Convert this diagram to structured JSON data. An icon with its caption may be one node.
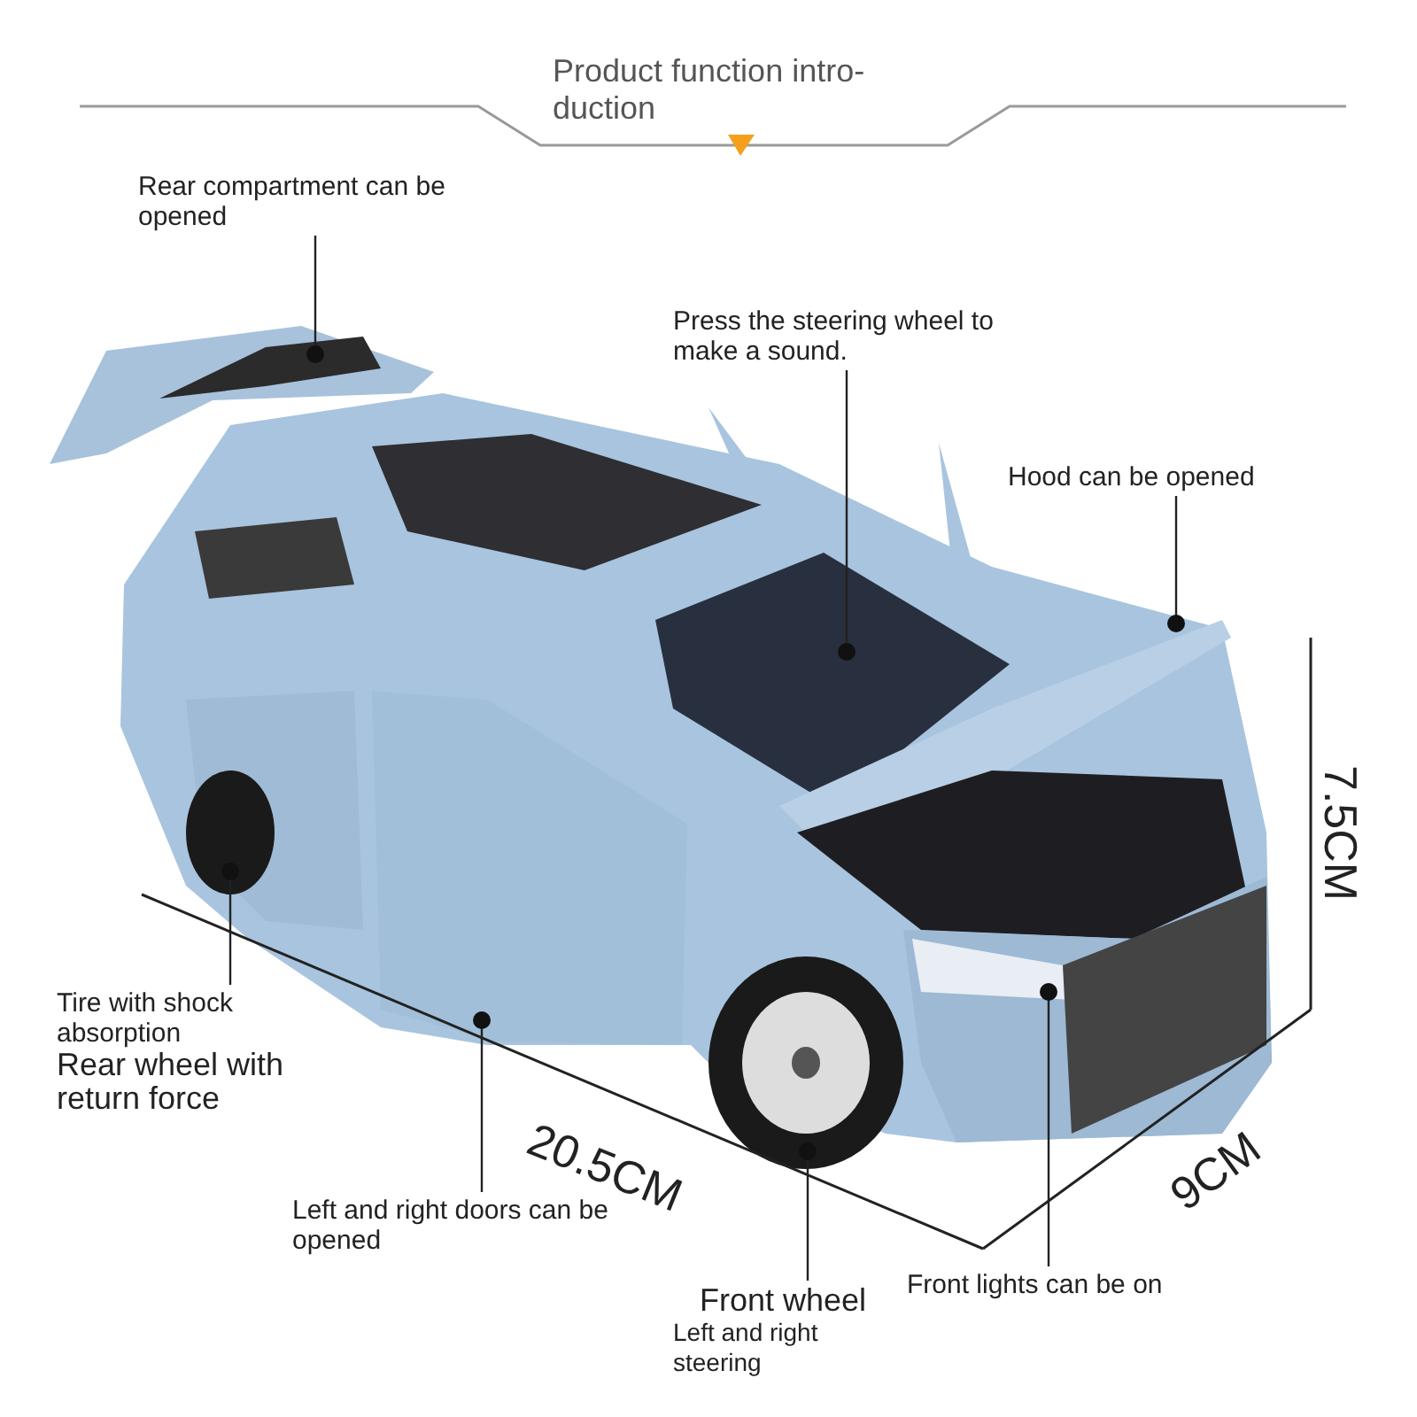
{
  "diagram": {
    "title": "Product function intro- duction",
    "nodes": [
      {
        "text": [
          "Rear compartment can be opened"
        ]
      },
      {
        "text": [
          "Press the steering wheel to make a sound."
        ]
      },
      {
        "text": [
          "Hood can be opened"
        ]
      },
      {
        "text": [
          "Tire with shock absorption",
          "Rear wheel with return force"
        ]
      },
      {
        "text": [
          "Left and right doors can be opened"
        ]
      },
      {
        "text": [
          "Front wheel",
          "Left and right steering"
        ]
      },
      {
        "text": [
          "Front lights can be on"
        ]
      }
    ],
    "edges": [
      {
        "from": 0,
        "to": null,
        "arrow": "none"
      },
      {
        "from": 1,
        "to": null,
        "arrow": "none"
      },
      {
        "from": 2,
        "to": null,
        "arrow": "none"
      },
      {
        "from": 3,
        "to": null,
        "arrow": "none"
      },
      {
        "from": 4,
        "to": null,
        "arrow": "none"
      },
      {
        "from": 5,
        "to": null,
        "arrow": "none"
      },
      {
        "from": 6,
        "to": null,
        "arrow": "none"
      }
    ],
    "labels": [
      "20.5CM",
      "9CM",
      "7.5CM"
    ]
  }
}
